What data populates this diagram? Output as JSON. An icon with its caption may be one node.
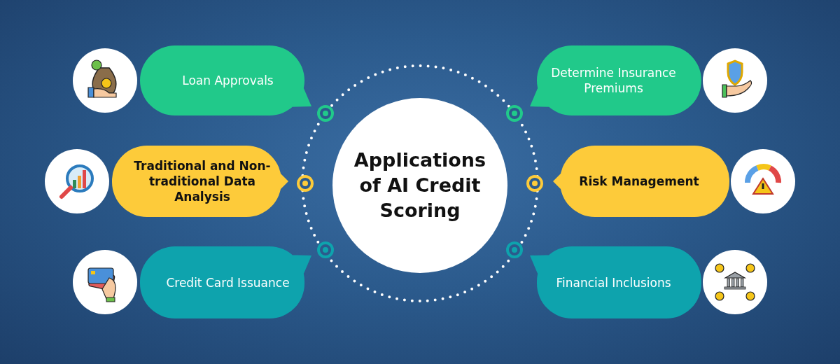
{
  "diagram": {
    "nodes": [
      {
        "text": [
          "Applications of AI Credit Scoring"
        ]
      },
      {
        "text": [
          "Loan Approvals"
        ]
      },
      {
        "text": [
          "Determine Insurance Premiums"
        ]
      },
      {
        "text": [
          "Traditional and Non-traditional Data Analysis"
        ]
      },
      {
        "text": [
          "Risk Management"
        ]
      },
      {
        "text": [
          "Credit Card Issuance"
        ]
      },
      {
        "text": [
          "Financial Inclusions"
        ]
      }
    ],
    "edges": []
  }
}
